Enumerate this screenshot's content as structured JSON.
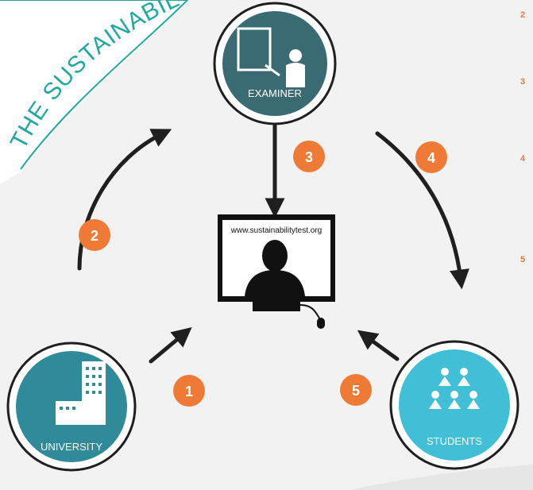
{
  "banner": {
    "text": "THE SUSTAINABILITY TEST",
    "color": "#21a9a0"
  },
  "nodes": {
    "examiner": {
      "label": "EXAMINER",
      "color": "#3a6b73"
    },
    "university": {
      "label": "UNIVERSITY",
      "color": "#2f8a99"
    },
    "students": {
      "label": "STUDENTS",
      "color": "#41bfd6"
    }
  },
  "computer": {
    "url": "www.sustainabilitytest.org"
  },
  "steps": [
    {
      "num": "1"
    },
    {
      "num": "2"
    },
    {
      "num": "3"
    },
    {
      "num": "4"
    },
    {
      "num": "5"
    }
  ],
  "side_list": [
    "2",
    "3",
    "4",
    "5"
  ],
  "colors": {
    "badge": "#ee7a36",
    "arrow": "#1f1f1f",
    "ring": "#1f1f1f"
  }
}
